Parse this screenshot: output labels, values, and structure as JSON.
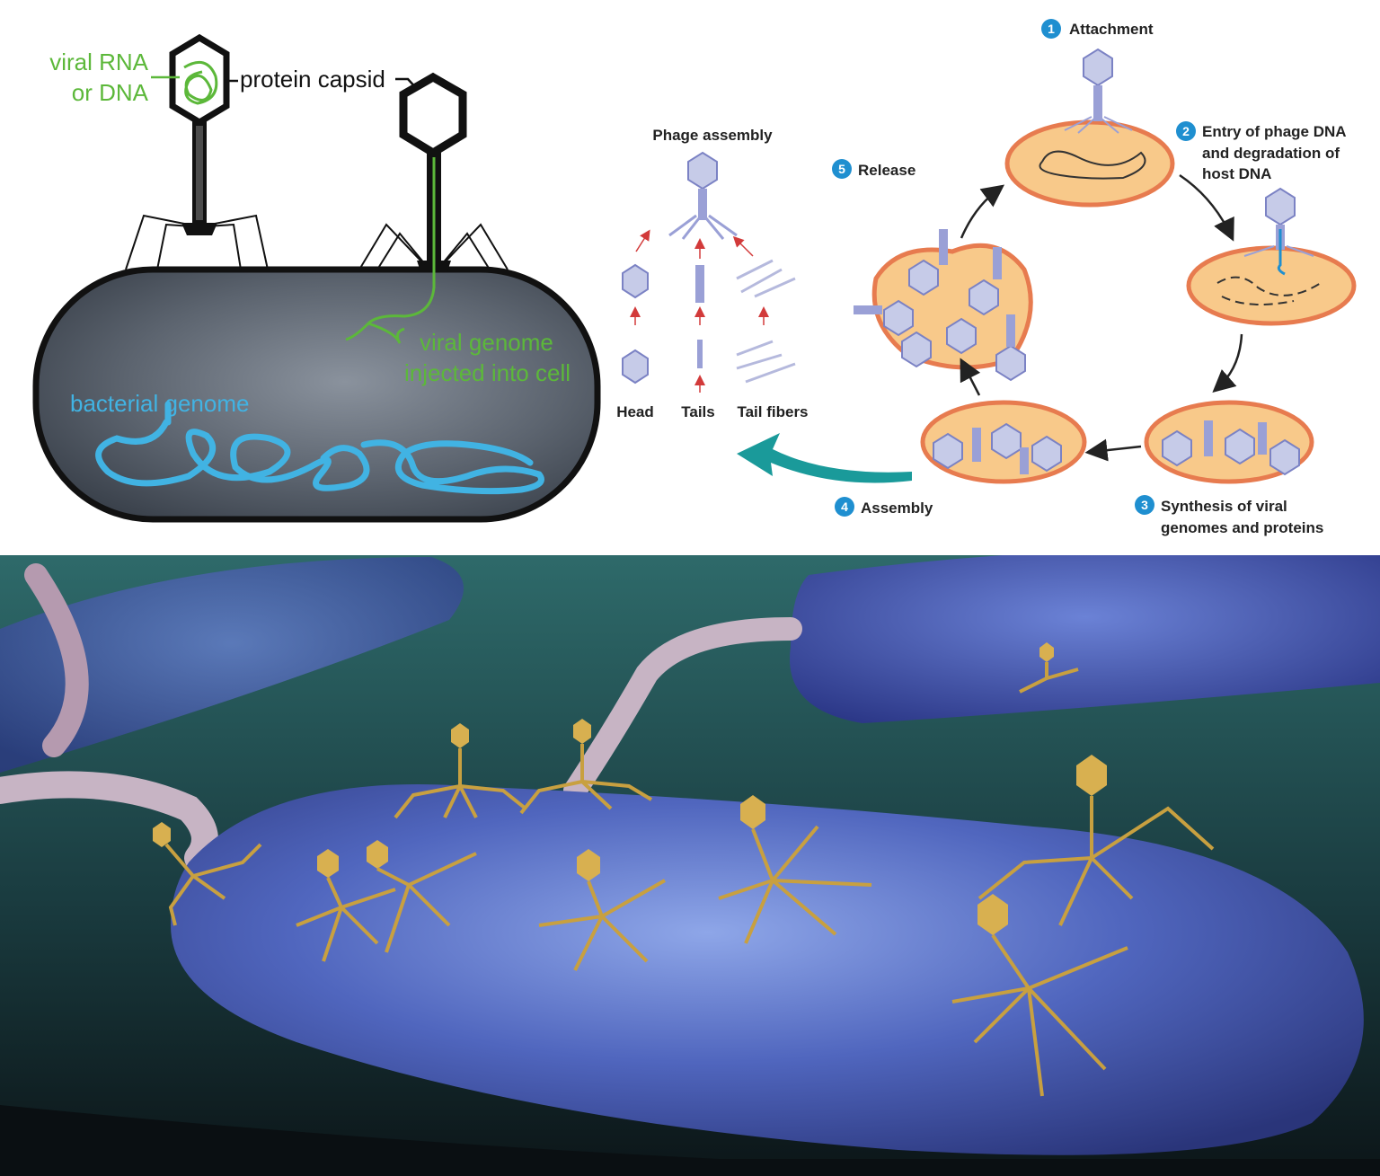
{
  "infection_diagram": {
    "label_viral_nucleic_acid_line1": "viral RNA",
    "label_viral_nucleic_acid_line2": "or DNA",
    "label_protein_capsid": "protein capsid",
    "label_injected_line1": "viral genome",
    "label_injected_line2": "injected into cell",
    "label_bacterial_genome": "bacterial genome",
    "colors": {
      "viral_genome": "#5cb83a",
      "bacterial_genome": "#41b3e3",
      "cell": "#4a515b",
      "outline": "#111111"
    }
  },
  "lytic_cycle": {
    "steps": [
      {
        "number": "1",
        "label": "Attachment"
      },
      {
        "number": "2",
        "label_line1": "Entry of phage DNA",
        "label_line2": "and degradation of",
        "label_line3": "host DNA"
      },
      {
        "number": "3",
        "label_line1": "Synthesis of viral",
        "label_line2": "genomes and proteins"
      },
      {
        "number": "4",
        "label": "Assembly"
      },
      {
        "number": "5",
        "label": "Release"
      }
    ],
    "phage_assembly_title": "Phage assembly",
    "parts": [
      "Head",
      "Tails",
      "Tail fibers"
    ],
    "colors": {
      "badge": "#1f8fd0",
      "cell_fill": "#f8c98a",
      "cell_wall": "#e77b4f",
      "phage": "#9aa0d6",
      "arrow_teal": "#1a9a9a"
    }
  },
  "rendering": {
    "subject": "bacterium covered in attached bacteriophages",
    "colors": {
      "bacterium": "#4a5fb8",
      "phage": "#c8a040",
      "background": "#1f4a4a"
    }
  }
}
